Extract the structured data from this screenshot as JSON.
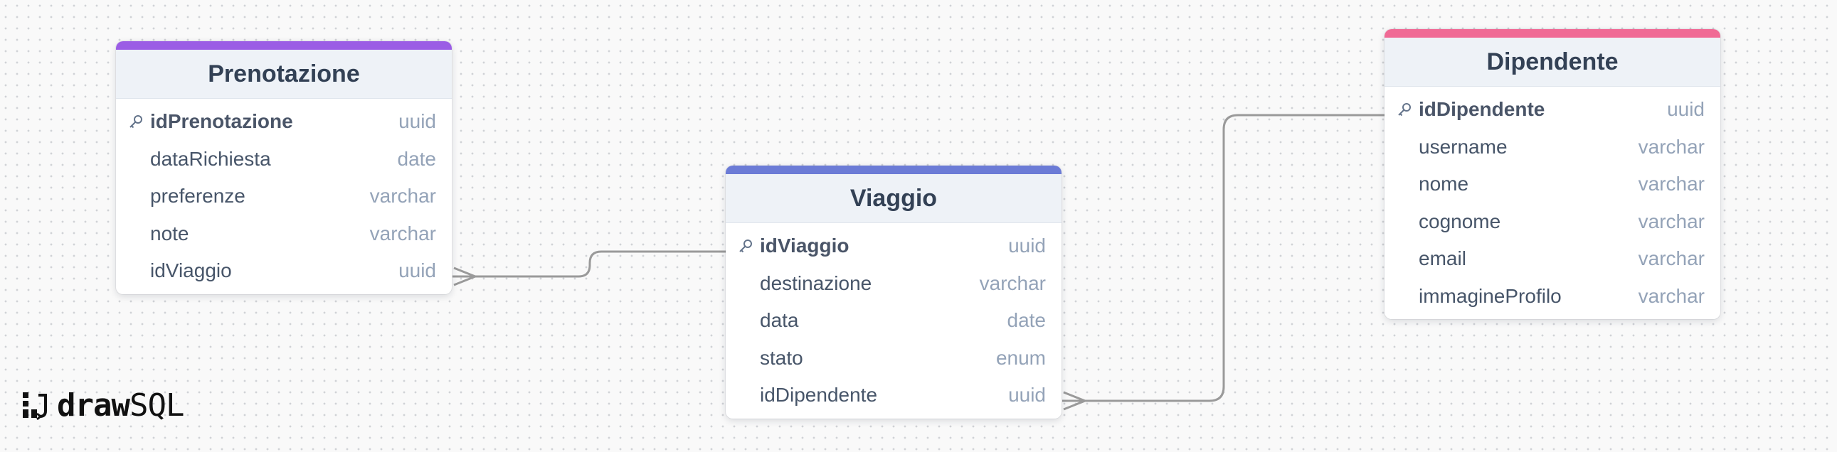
{
  "tables": [
    {
      "name": "Prenotazione",
      "accent": "#9b5de5",
      "columns": [
        {
          "name": "idPrenotazione",
          "type": "uuid",
          "pk": true
        },
        {
          "name": "dataRichiesta",
          "type": "date"
        },
        {
          "name": "preferenze",
          "type": "varchar"
        },
        {
          "name": "note",
          "type": "varchar"
        },
        {
          "name": "idViaggio",
          "type": "uuid"
        }
      ]
    },
    {
      "name": "Viaggio",
      "accent": "#6b7bd6",
      "columns": [
        {
          "name": "idViaggio",
          "type": "uuid",
          "pk": true
        },
        {
          "name": "destinazione",
          "type": "varchar"
        },
        {
          "name": "data",
          "type": "date"
        },
        {
          "name": "stato",
          "type": "enum"
        },
        {
          "name": "idDipendente",
          "type": "uuid"
        }
      ]
    },
    {
      "name": "Dipendente",
      "accent": "#f06a95",
      "columns": [
        {
          "name": "idDipendente",
          "type": "uuid",
          "pk": true
        },
        {
          "name": "username",
          "type": "varchar"
        },
        {
          "name": "nome",
          "type": "varchar"
        },
        {
          "name": "cognome",
          "type": "varchar"
        },
        {
          "name": "email",
          "type": "varchar"
        },
        {
          "name": "immagineProfilo",
          "type": "varchar"
        }
      ]
    }
  ],
  "relations": [
    {
      "from": "Prenotazione.idViaggio",
      "to": "Viaggio.idViaggio",
      "cardinality": "many-to-one"
    },
    {
      "from": "Viaggio.idDipendente",
      "to": "Dipendente.idDipendente",
      "cardinality": "many-to-one"
    }
  ],
  "logo": {
    "part1": "draw",
    "part2": "SQL"
  },
  "colors": {
    "connector": "#9a9a9a",
    "key_icon": "#64748b"
  }
}
